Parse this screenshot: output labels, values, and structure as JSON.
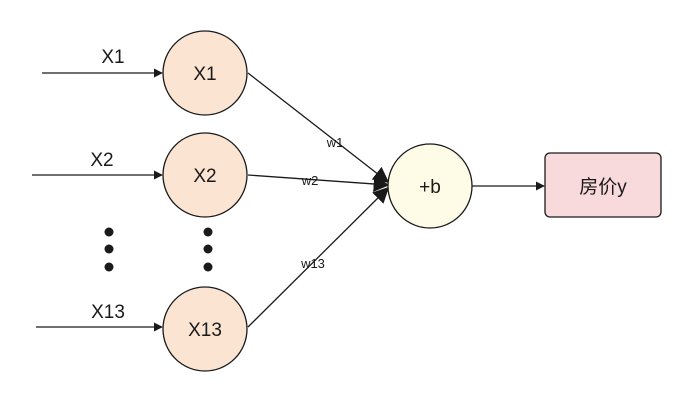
{
  "inputs": [
    {
      "arrow_label": "X1",
      "node_label": "X1"
    },
    {
      "arrow_label": "X2",
      "node_label": "X2"
    },
    {
      "arrow_label": "X13",
      "node_label": "X13"
    }
  ],
  "weights": [
    "w1",
    "w2",
    "w13"
  ],
  "sum_node": {
    "label": "+b"
  },
  "output": {
    "label": "房价y"
  },
  "colors": {
    "input_node_fill": "#fbe5d2",
    "sum_node_fill": "#fefbe6",
    "output_box_fill": "#f8d9dc",
    "stroke": "#1a1a1a"
  }
}
